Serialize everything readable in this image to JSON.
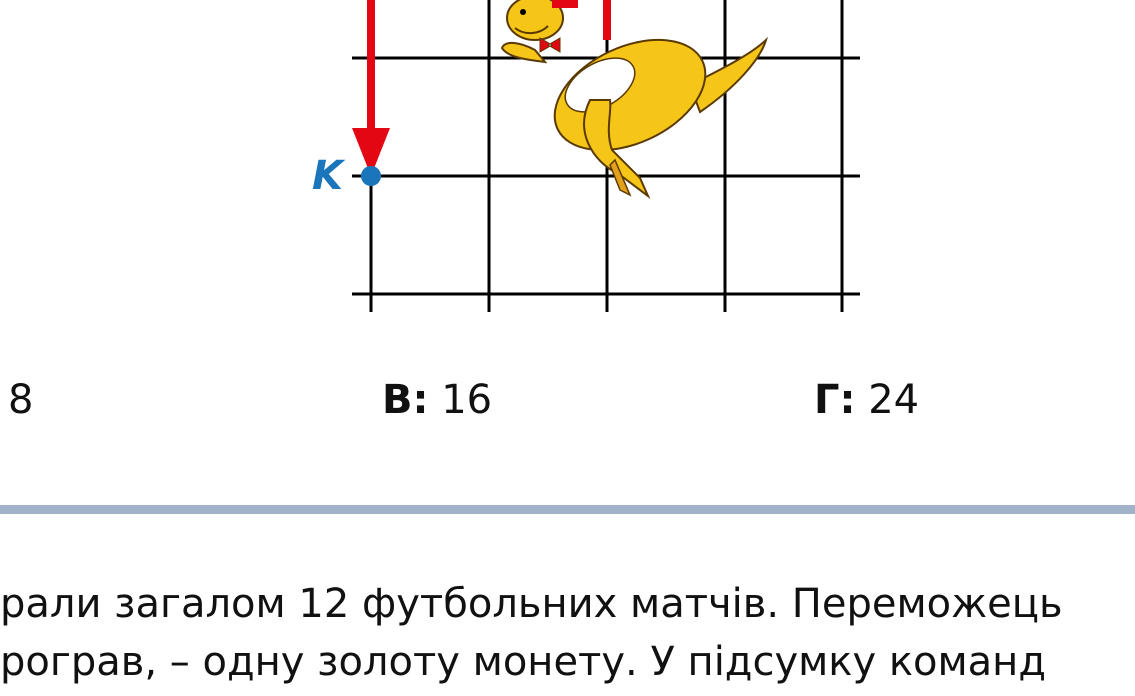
{
  "figure": {
    "point_label": "K",
    "colors": {
      "grid": "#000000",
      "arrow": "#e30613",
      "point": "#1b75bb",
      "kangaroo_body": "#f5c518"
    }
  },
  "options": [
    {
      "letter": "",
      "value": "8"
    },
    {
      "letter": "В:",
      "value": "16"
    },
    {
      "letter": "Г:",
      "value": "24"
    }
  ],
  "problem": {
    "line1": "рали загалом 12 футбольних матчів. Переможець",
    "line2": "рограв, – одну золоту монету. У підсумку команд"
  }
}
